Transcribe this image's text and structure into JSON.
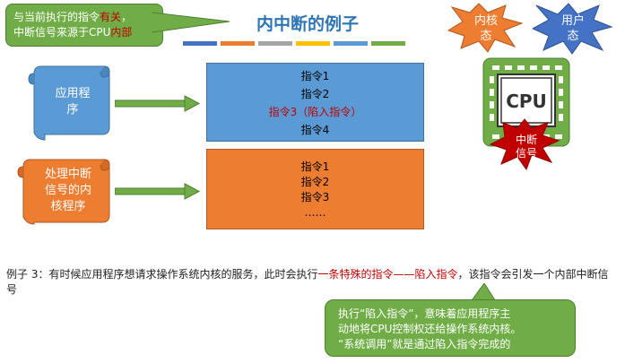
{
  "callout_top": {
    "line1_prefix": "与当前执行的指令",
    "line1_red": "有关",
    "line1_suffix": "，",
    "line2_prefix": "中断信号来源于CPU",
    "line2_red": "内部"
  },
  "title": "内中断的例子",
  "color_bar": [
    "#4472c4",
    "#ed7d31",
    "#a5a5a5",
    "#ffc000",
    "#5b9bd5",
    "#70ad47"
  ],
  "stars": {
    "kernel_line1": "内核",
    "kernel_line2": "态",
    "user_line1": "用户",
    "user_line2": "态"
  },
  "cpu": {
    "chip_label": "CPU",
    "star_line1": "中断",
    "star_line2": "信号"
  },
  "app_scroll": {
    "line1": "应用程",
    "line2": "序"
  },
  "handler_scroll": {
    "line1": "处理中断",
    "line2": "信号的内",
    "line3": "核程序"
  },
  "app_instructions": [
    {
      "text": "指令1"
    },
    {
      "text": "指令2"
    },
    {
      "text": "指令3（陷入指令）"
    },
    {
      "text": "指令4"
    }
  ],
  "handler_instructions": [
    {
      "text": "指令1"
    },
    {
      "text": "指令2"
    },
    {
      "text": "指令3"
    },
    {
      "text": "……"
    }
  ],
  "example": {
    "prefix": "例子 3：有时候应用程序想请求操作系统内核的服务，此时会执行",
    "red": "一条特殊的指令——陷入指令",
    "suffix": "，该指令会引发一个内部中断信号"
  },
  "callout_bottom": {
    "line1": "执行“陷入指令”，意味着应用程序主",
    "line2": "动地将CPU控制权还给操作系统内核。",
    "line3": "“系统调用”就是通过陷入指令完成的"
  },
  "colors": {
    "green": "#70ad47",
    "blue": "#5b9bd5",
    "orange": "#ed7d31",
    "red": "#c00000",
    "title": "#2e75b6"
  }
}
